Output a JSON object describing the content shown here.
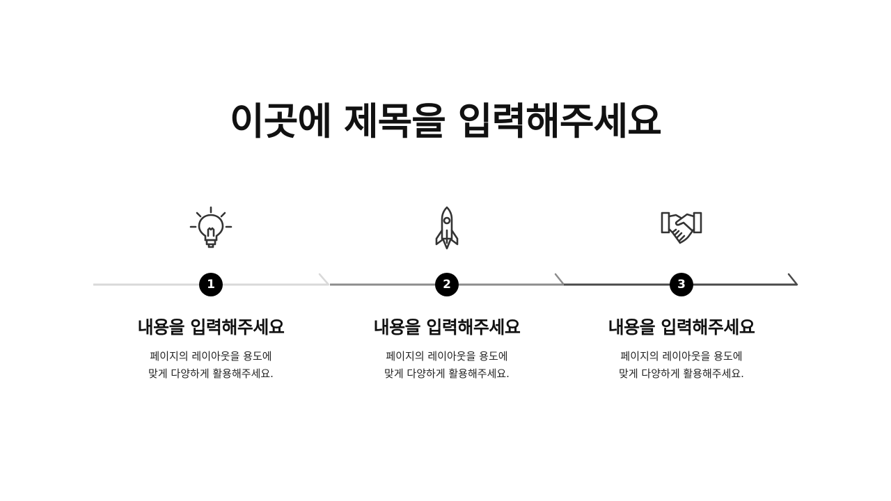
{
  "slide": {
    "title": "이곳에 제목을 입력해주세요"
  },
  "colors": {
    "segment_1": "#d9d9d9",
    "segment_2": "#8c8c8c",
    "segment_3": "#4a4a4a",
    "circle": "#000000",
    "text": "#111111"
  },
  "steps": [
    {
      "number": "1",
      "icon": "lightbulb-icon",
      "heading": "내용을 입력해주세요",
      "body_line_1": "페이지의 레이아웃을 용도에",
      "body_line_2": "맞게 다양하게 활용해주세요."
    },
    {
      "number": "2",
      "icon": "rocket-icon",
      "heading": "내용을 입력해주세요",
      "body_line_1": "페이지의 레이아웃을 용도에",
      "body_line_2": "맞게 다양하게 활용해주세요."
    },
    {
      "number": "3",
      "icon": "handshake-icon",
      "heading": "내용을 입력해주세요",
      "body_line_1": "페이지의 레이아웃을 용도에",
      "body_line_2": "맞게 다양하게 활용해주세요."
    }
  ]
}
